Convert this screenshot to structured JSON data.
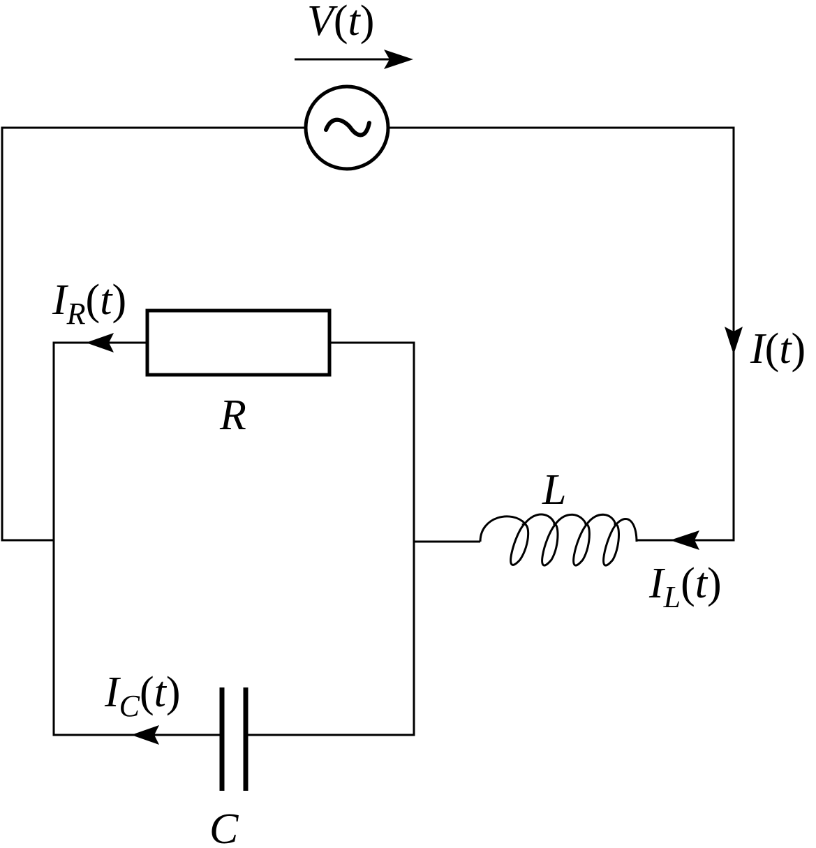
{
  "labels": {
    "source_voltage": {
      "main": "V",
      "sub": "",
      "arg": "t"
    },
    "total_current": {
      "main": "I",
      "sub": "",
      "arg": "t"
    },
    "resistor_current": {
      "main": "I",
      "sub": "R",
      "arg": "t"
    },
    "capacitor_current": {
      "main": "I",
      "sub": "C",
      "arg": "t"
    },
    "inductor_current": {
      "main": "I",
      "sub": "L",
      "arg": "t"
    },
    "resistor": "R",
    "inductor": "L",
    "capacitor": "C",
    "source_symbol": "~"
  },
  "colors": {
    "ink": "#000000",
    "background": "#ffffff"
  }
}
